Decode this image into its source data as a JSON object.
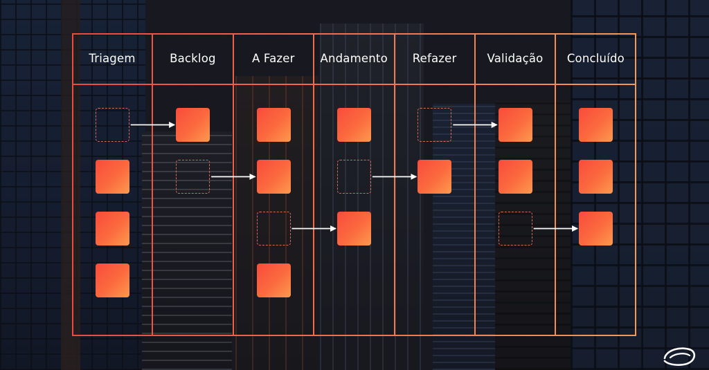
{
  "columns": [
    {
      "label": "Triagem"
    },
    {
      "label": "Backlog"
    },
    {
      "label": "A Fazer"
    },
    {
      "label": "Andamento"
    },
    {
      "label": "Refazer"
    },
    {
      "label": "Validação"
    },
    {
      "label": "Concluído"
    }
  ],
  "colors": {
    "border_start": "#ee4a3f",
    "border_end": "#f59a57",
    "card_start": "#f94b3c",
    "card_end": "#fd9a4e",
    "ghost_border": "#d76c5c",
    "arrow": "#ffffff"
  },
  "cards": [
    {
      "col": 0,
      "row": 1
    },
    {
      "col": 0,
      "row": 2
    },
    {
      "col": 0,
      "row": 3
    },
    {
      "col": 1,
      "row": 0
    },
    {
      "col": 2,
      "row": 0
    },
    {
      "col": 2,
      "row": 1
    },
    {
      "col": 2,
      "row": 3
    },
    {
      "col": 3,
      "row": 0
    },
    {
      "col": 3,
      "row": 2
    },
    {
      "col": 4,
      "row": 1
    },
    {
      "col": 5,
      "row": 0
    },
    {
      "col": 5,
      "row": 1
    },
    {
      "col": 6,
      "row": 0
    },
    {
      "col": 6,
      "row": 1
    },
    {
      "col": 6,
      "row": 2
    }
  ],
  "moves": [
    {
      "from_col": 0,
      "to_col": 1,
      "row": 0
    },
    {
      "from_col": 1,
      "to_col": 2,
      "row": 1
    },
    {
      "from_col": 2,
      "to_col": 3,
      "row": 2
    },
    {
      "from_col": 3,
      "to_col": 4,
      "row": 1
    },
    {
      "from_col": 4,
      "to_col": 5,
      "row": 0
    },
    {
      "from_col": 5,
      "to_col": 6,
      "row": 2
    }
  ],
  "icons": {
    "logo": "swoosh-logo-icon"
  }
}
